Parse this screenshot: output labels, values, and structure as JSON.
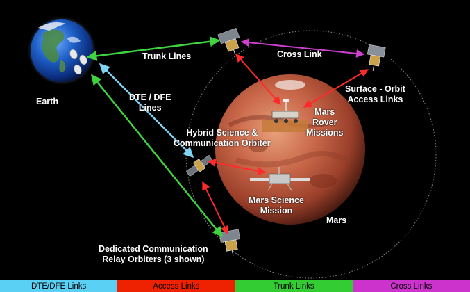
{
  "labels": {
    "earth": "Earth",
    "trunk": "Trunk Lines",
    "cross": "Cross Link",
    "dte_1": "DTE / DFE",
    "dte_2": "Lines",
    "surface_1": "Surface - Orbit",
    "surface_2": "Access Links",
    "rover_1": "Mars",
    "rover_2": "Rover",
    "rover_3": "Missions",
    "hybrid_1": "Hybrid Science &",
    "hybrid_2": "Communication Orbiter",
    "science_1": "Mars Science",
    "science_2": "Mission",
    "mars": "Mars",
    "relay_1": "Dedicated Communication",
    "relay_2": "Relay Orbiters (3 shown)"
  },
  "legend": [
    {
      "label": "DTE/DFE Links",
      "color": "#5bd0f5"
    },
    {
      "label": "Access Links",
      "color": "#ee2200"
    },
    {
      "label": "Trunk Links",
      "color": "#33cc33"
    },
    {
      "label": "Cross Links",
      "color": "#cc33cc"
    }
  ],
  "link_colors": {
    "dte": "#7fd4f6",
    "access": "#ff2a2a",
    "trunk": "#3fd43f",
    "cross": "#d040d0"
  }
}
